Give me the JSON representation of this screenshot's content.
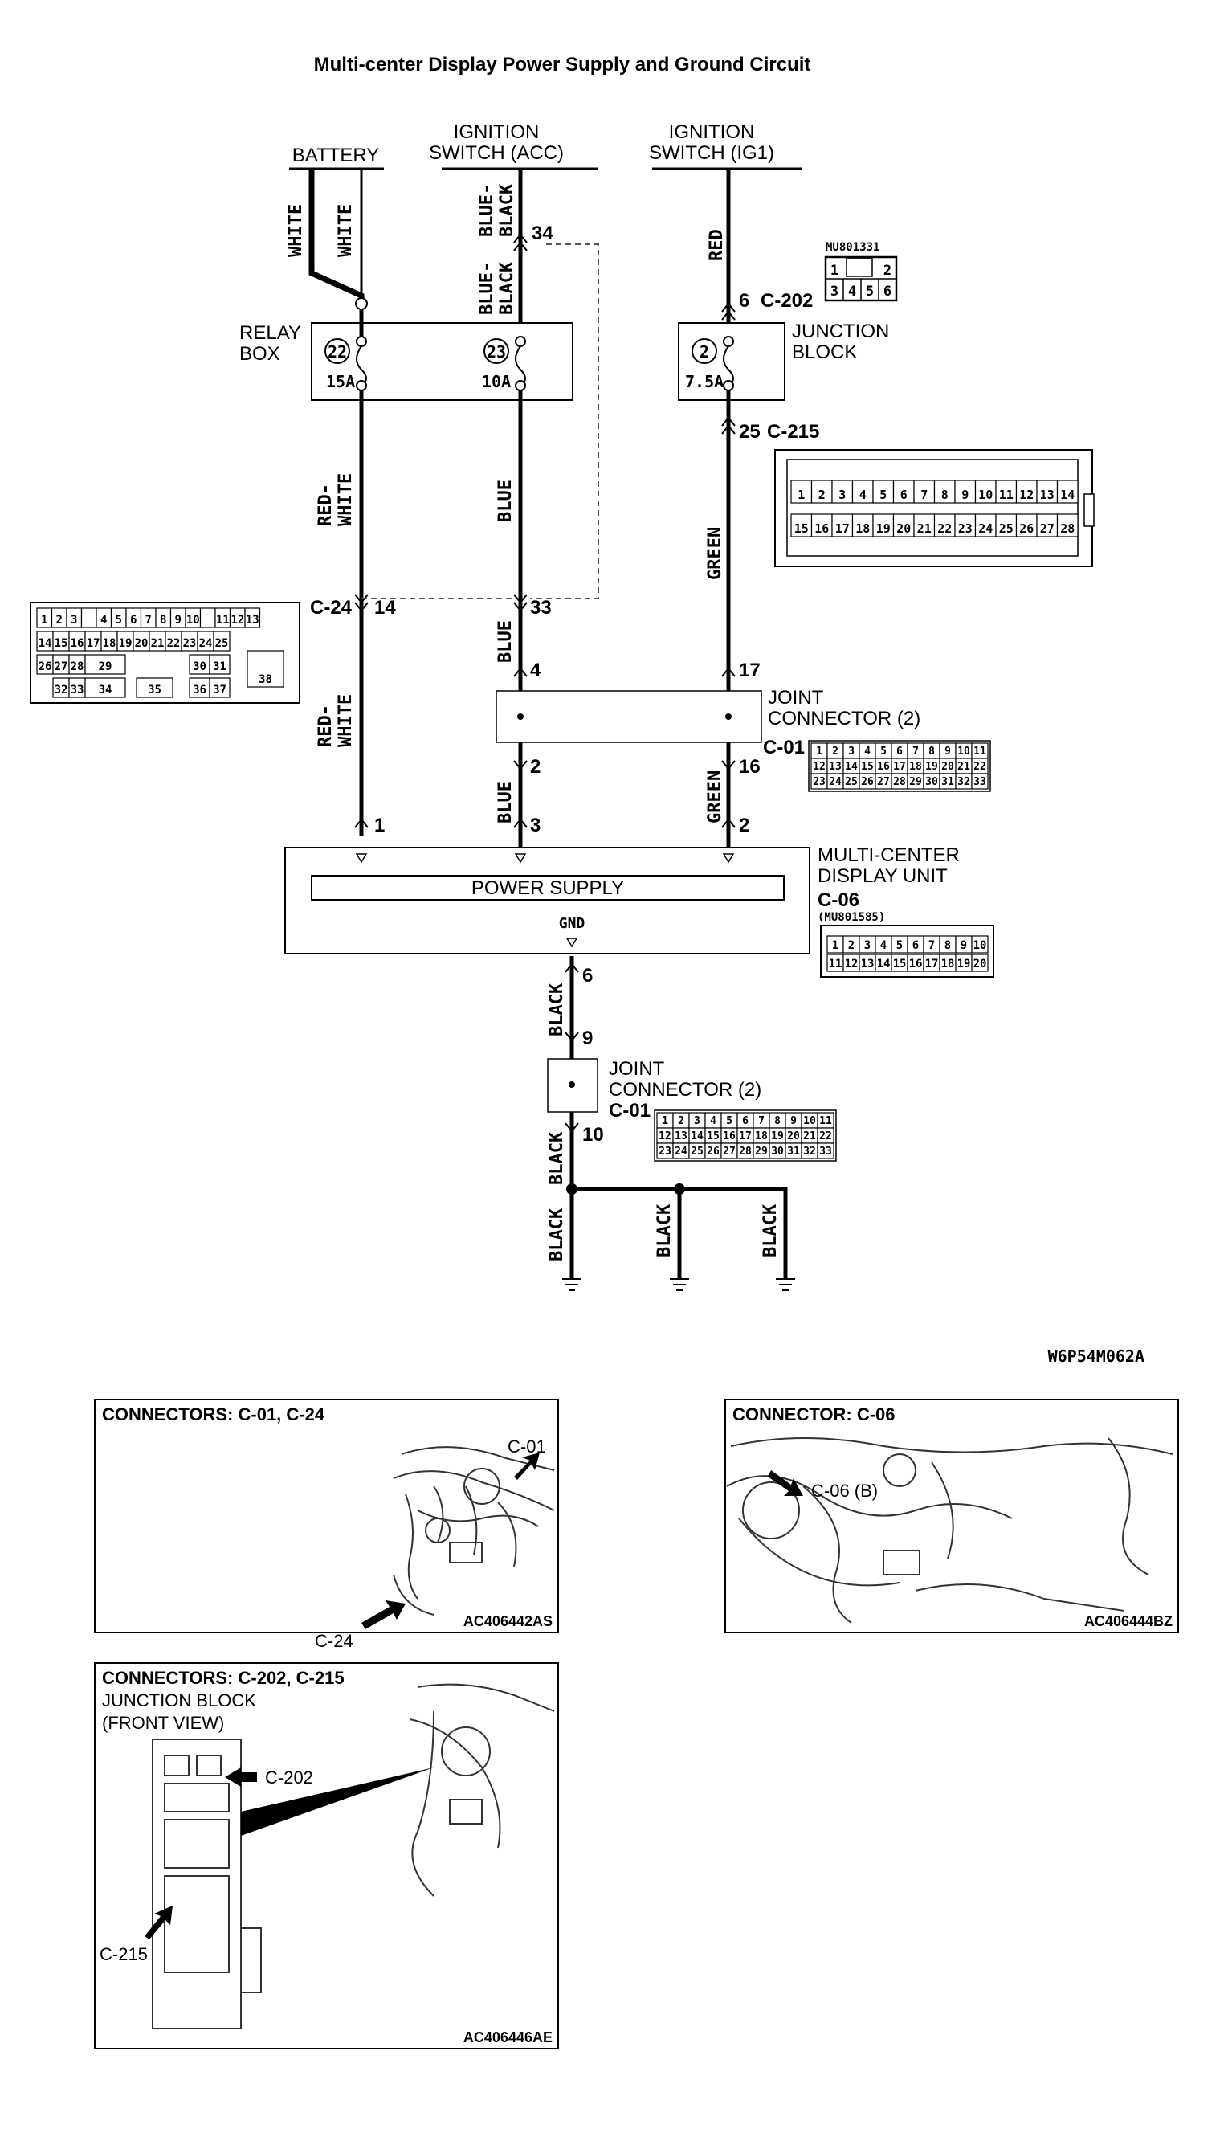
{
  "title": "Multi-center Display Power Supply and Ground Circuit",
  "diagram_code": "W6P54M062A",
  "sources": {
    "battery": "BATTERY",
    "ign_acc_l1": "IGNITION",
    "ign_acc_l2": "SWITCH (ACC)",
    "ign_ig1_l1": "IGNITION",
    "ign_ig1_l2": "SWITCH (IG1)"
  },
  "relay_box": {
    "l1": "RELAY",
    "l2": "BOX",
    "fuse1_num": "22",
    "fuse1_rating": "15A",
    "fuse2_num": "23",
    "fuse2_rating": "10A"
  },
  "junction_block": {
    "l1": "JUNCTION",
    "l2": "BLOCK",
    "fuse_num": "2",
    "fuse_rating": "7.5A",
    "part_no": "MU801331"
  },
  "wires": {
    "white": "WHITE",
    "blue_black": "BLUE-\nBLACK",
    "red": "RED",
    "red_white": "RED-\nWHITE",
    "blue": "BLUE",
    "green": "GREEN",
    "black": "BLACK"
  },
  "pins": {
    "acc_34": "34",
    "ig1_c202": "6",
    "c202": "C-202",
    "ig1_c215": "25",
    "c215": "C-215",
    "c24": "C-24",
    "c24_14": "14",
    "c24_33": "33",
    "jc_4": "4",
    "jc_17": "17",
    "jc_2": "2",
    "jc_16": "16",
    "mcd_1": "1",
    "mcd_3": "3",
    "mcd_2": "2",
    "gnd_6": "6",
    "jc2_9": "9",
    "jc2_10": "10"
  },
  "joint_connector": {
    "l1": "JOINT",
    "l2": "CONNECTOR (2)",
    "conn": "C-01"
  },
  "mcd_unit": {
    "l1": "MULTI-CENTER",
    "l2": "DISPLAY UNIT",
    "conn": "C-06",
    "part_no": "(MU801585)",
    "power_supply": "POWER SUPPLY",
    "gnd": "GND"
  },
  "connector_faces": {
    "c215_row1": [
      "1",
      "2",
      "3",
      "4",
      "5",
      "6",
      "7",
      "8",
      "9",
      "10",
      "11",
      "12",
      "13",
      "14"
    ],
    "c215_row2": [
      "15",
      "16",
      "17",
      "18",
      "19",
      "20",
      "21",
      "22",
      "23",
      "24",
      "25",
      "26",
      "27",
      "28"
    ],
    "c202_row1": [
      "1",
      "",
      "",
      "2"
    ],
    "c202_row2": [
      "3",
      "4",
      "5",
      "6"
    ],
    "c24_row1": [
      "1",
      "2",
      "3",
      "",
      "4",
      "5",
      "6",
      "7",
      "8",
      "9",
      "10",
      "",
      "11",
      "12",
      "13"
    ],
    "c24_row2": [
      "14",
      "15",
      "16",
      "17",
      "18",
      "19",
      "20",
      "21",
      "22",
      "23",
      "24",
      "25"
    ],
    "c24_row3": [
      "26",
      "27",
      "28",
      "29",
      "30",
      "31",
      "38"
    ],
    "c24_row4": [
      "32",
      "33",
      "34",
      "35",
      "36",
      "37"
    ],
    "c01_row1": [
      "1",
      "2",
      "3",
      "4",
      "5",
      "6",
      "7",
      "8",
      "9",
      "10",
      "11"
    ],
    "c01_row2": [
      "12",
      "13",
      "14",
      "15",
      "16",
      "17",
      "18",
      "19",
      "20",
      "21",
      "22"
    ],
    "c01_row3": [
      "23",
      "24",
      "25",
      "26",
      "27",
      "28",
      "29",
      "30",
      "31",
      "32",
      "33"
    ],
    "c06_row1": [
      "1",
      "2",
      "3",
      "4",
      "5",
      "6",
      "7",
      "8",
      "9",
      "10"
    ],
    "c06_row2": [
      "11",
      "12",
      "13",
      "14",
      "15",
      "16",
      "17",
      "18",
      "19",
      "20"
    ]
  },
  "location_panels": {
    "p1_title": "CONNECTORS: C-01, C-24",
    "p1_label_a": "C-01",
    "p1_label_b": "C-24",
    "p1_code": "AC406442AS",
    "p2_title": "CONNECTOR: C-06",
    "p2_label": "C-06 (B)",
    "p2_code": "AC406444BZ",
    "p3_title": "CONNECTORS: C-202, C-215",
    "p3_sub1": "JUNCTION BLOCK",
    "p3_sub2": "(FRONT VIEW)",
    "p3_label_a": "C-202",
    "p3_label_b": "C-215",
    "p3_code": "AC406446AE"
  }
}
